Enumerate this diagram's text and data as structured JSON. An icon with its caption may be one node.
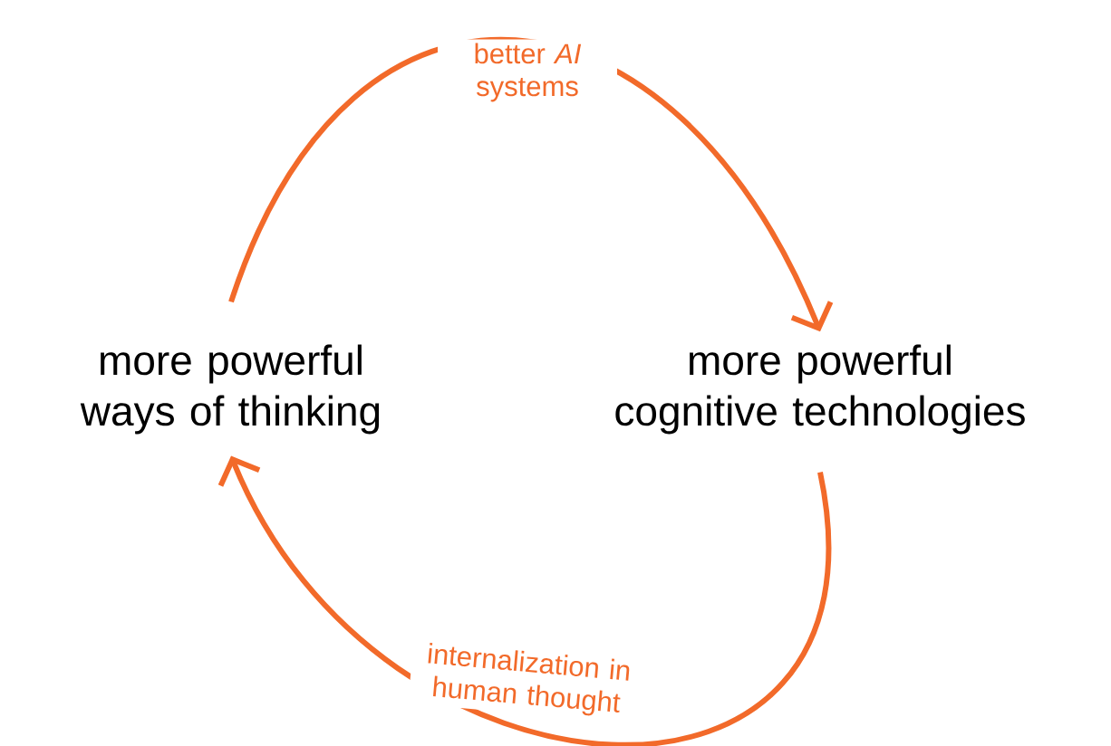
{
  "diagram": {
    "nodes": [
      {
        "text": [
          "more powerful ways of thinking"
        ]
      },
      {
        "text": [
          "more powerful cognitive technologies"
        ]
      }
    ],
    "edges": [
      {
        "from": 0,
        "to": 1,
        "arrow": "to",
        "label": "better *AI* systems"
      },
      {
        "from": 1,
        "to": 0,
        "arrow": "to",
        "label": "internalization in human thought"
      }
    ]
  }
}
